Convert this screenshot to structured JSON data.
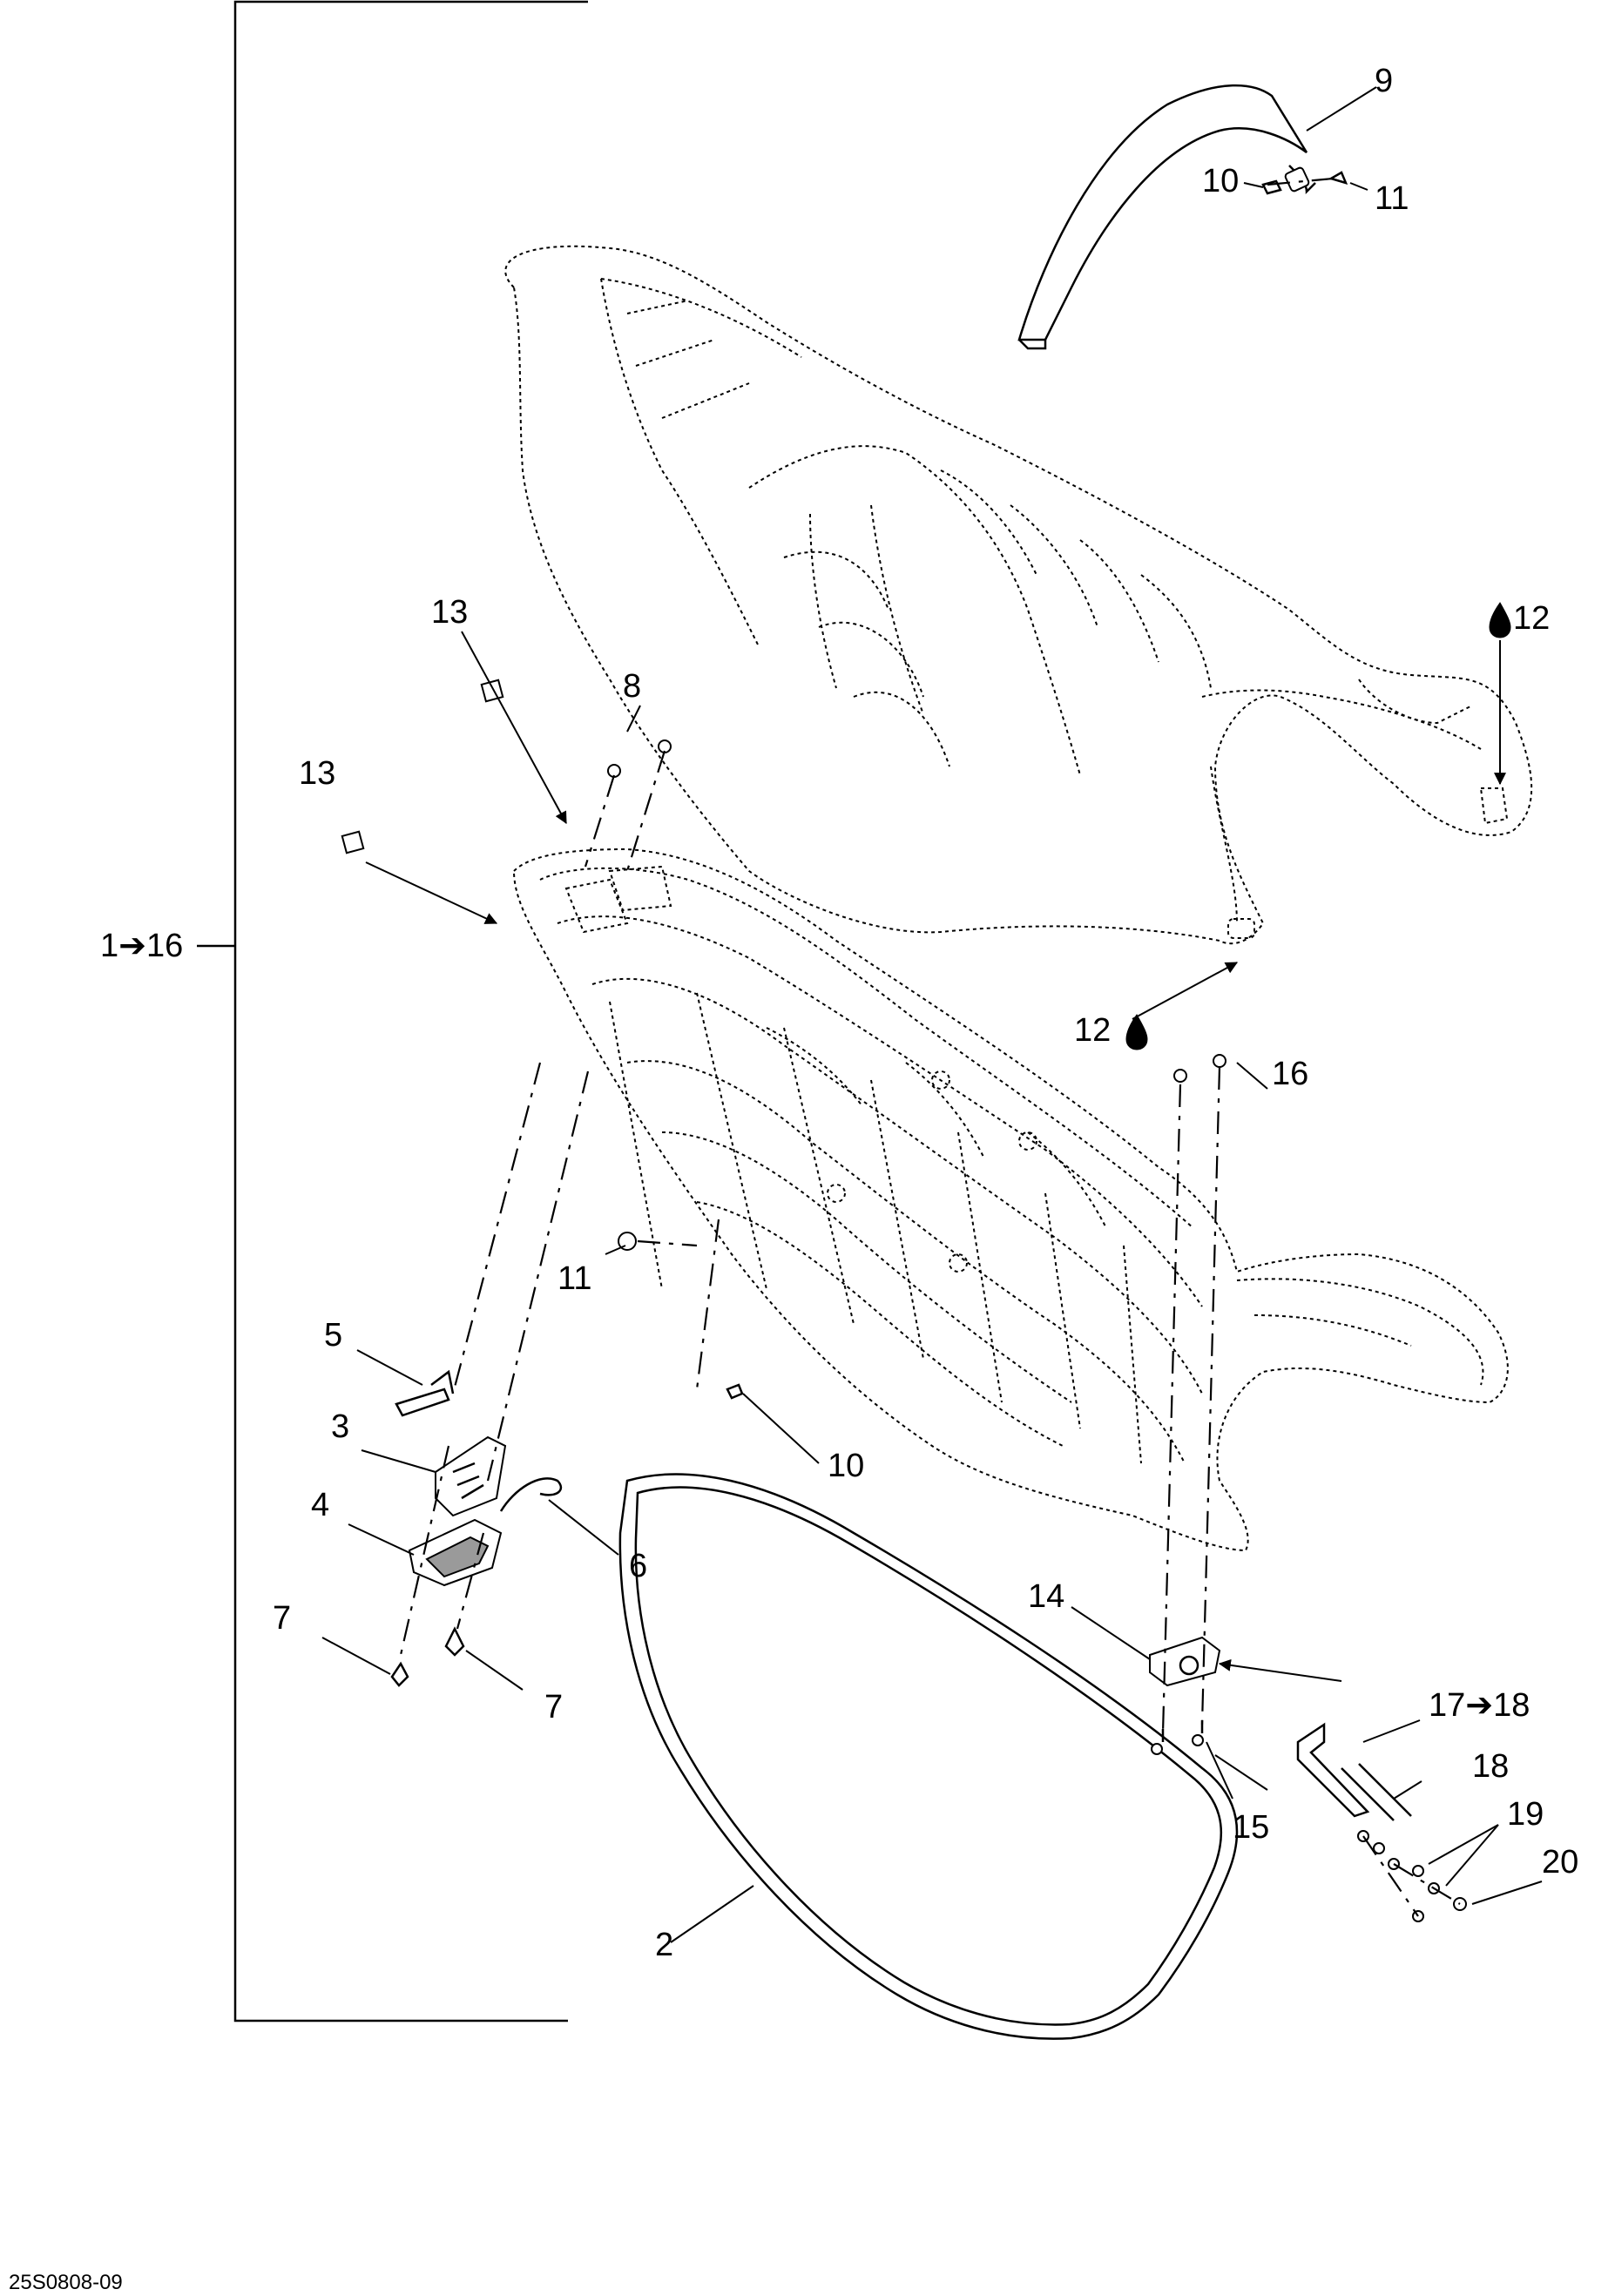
{
  "drawing_id": "25S0808-09",
  "assembly_label": "1➔16",
  "callouts": {
    "c2": "2",
    "c3": "3",
    "c4": "4",
    "c5": "5",
    "c6": "6",
    "c7a": "7",
    "c7b": "7",
    "c8": "8",
    "c9": "9",
    "c10a": "10",
    "c10b": "10",
    "c11a": "11",
    "c11b": "11",
    "c12a": "12",
    "c12b": "12",
    "c13a": "13",
    "c13b": "13",
    "c14": "14",
    "c15": "15",
    "c16": "16",
    "c17": "17➔18",
    "c18": "18",
    "c19": "19",
    "c20": "20"
  }
}
